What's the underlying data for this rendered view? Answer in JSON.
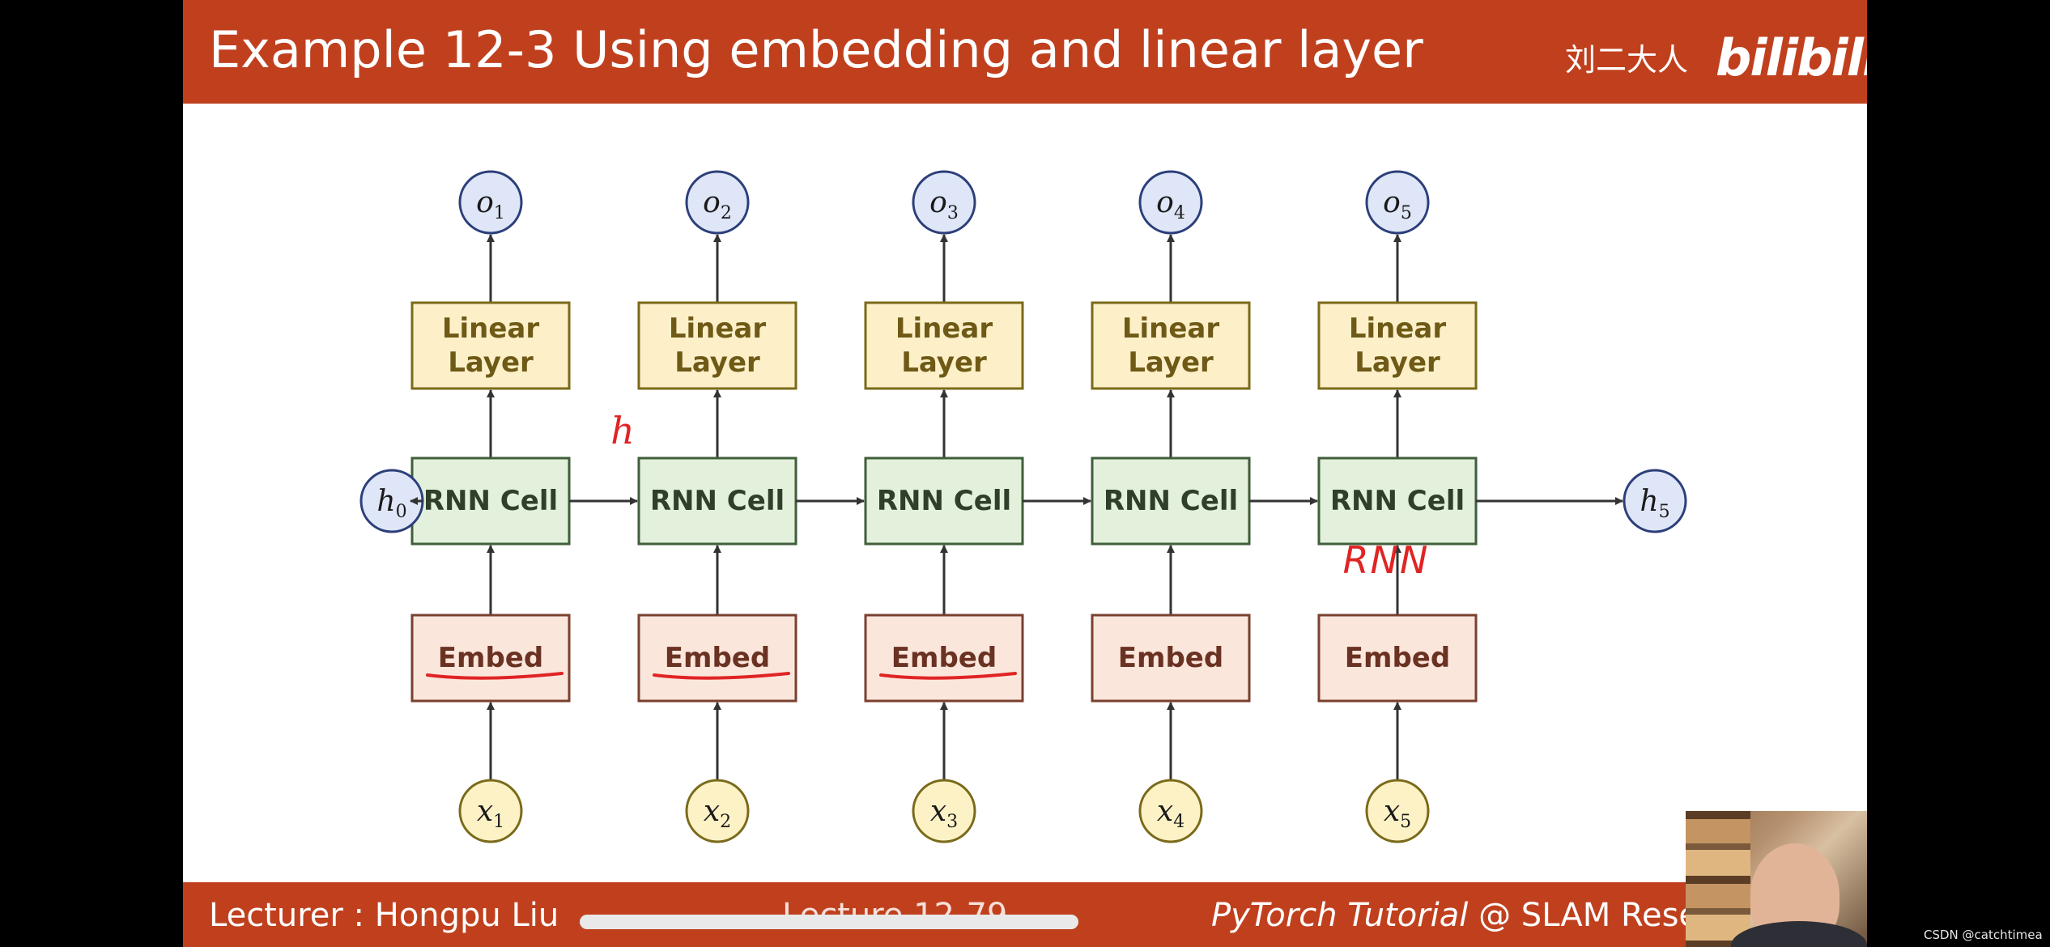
{
  "slide": {
    "title": "Example 12-3 Using embedding and linear layer",
    "brand_author": "刘二大人",
    "brand_logo": "bilibili"
  },
  "diagram": {
    "initial_state": {
      "symbol": "h",
      "index": "0"
    },
    "final_state": {
      "symbol": "h",
      "index": "5"
    },
    "output_symbol": "o",
    "input_symbol": "x",
    "linear_label_line1": "Linear",
    "linear_label_line2": "Layer",
    "rnn_label": "RNN Cell",
    "embed_label": "Embed",
    "steps": [
      {
        "index": "1"
      },
      {
        "index": "2"
      },
      {
        "index": "3"
      },
      {
        "index": "4"
      },
      {
        "index": "5"
      }
    ],
    "annotations": {
      "hidden_note": "h",
      "rnn_note": "RNN",
      "underlined_embed_steps": [
        1,
        2,
        3
      ]
    }
  },
  "footer": {
    "lecturer": "Lecturer : Hongpu Liu",
    "lecture": "Lecture 12-79",
    "course_italic": "PyTorch Tutorial",
    "course_rest": " @ SLAM Resea"
  },
  "watermark": "CSDN @catchtimea",
  "colors": {
    "header_bg": "#c0401e",
    "linear_fill": "#fdf0c9",
    "linear_stroke": "#7a6a1a",
    "linear_text": "#6e5a16",
    "rnn_fill": "#e3f0dc",
    "rnn_stroke": "#3f5e3a",
    "rnn_text": "#2f3f2a",
    "embed_fill": "#fbe6dc",
    "embed_stroke": "#7a4030",
    "embed_text": "#6a3222",
    "state_fill": "#dfe6f7",
    "state_stroke": "#2c3f7a",
    "input_fill": "#fdf2c6",
    "input_stroke": "#7a6a1a",
    "arrow": "#333333",
    "annotation": "#e02424"
  }
}
